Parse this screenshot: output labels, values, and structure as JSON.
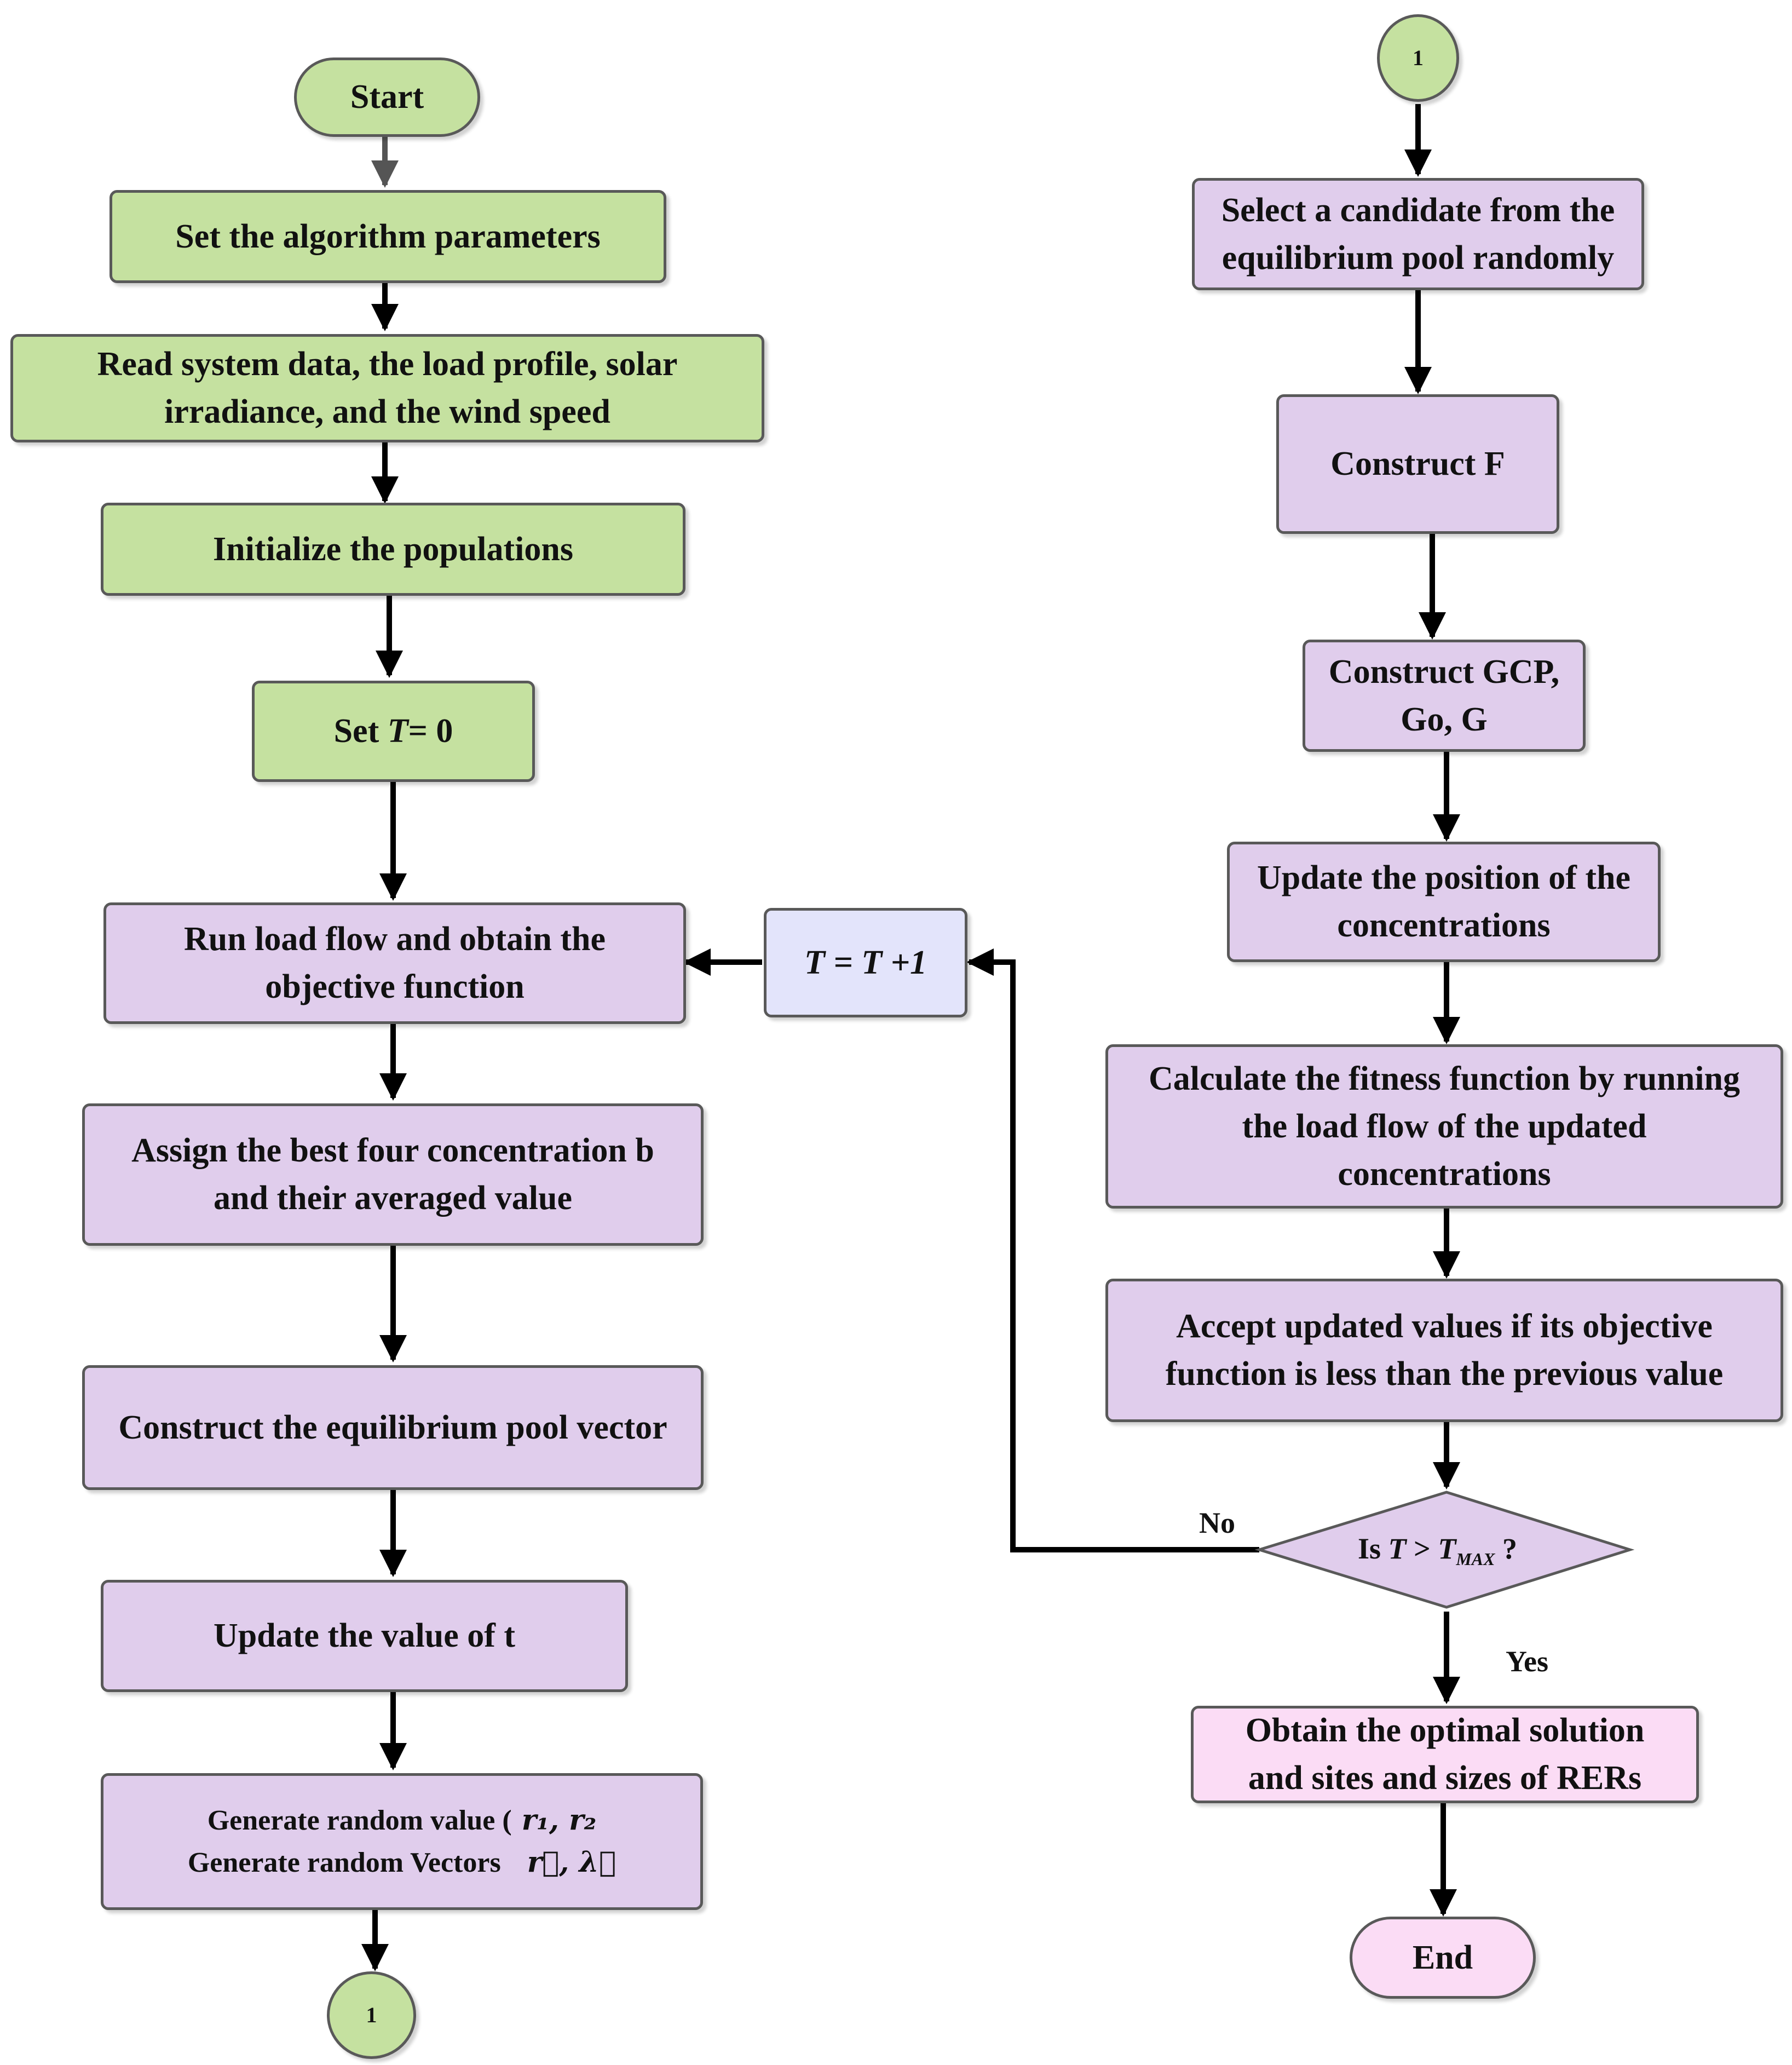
{
  "flowchart": {
    "left_column": {
      "start": "Start",
      "set_params": "Set the algorithm parameters",
      "read_data": [
        "Read system data, the load profile, solar",
        "irradiance, and the wind speed"
      ],
      "init_pop": "Initialize the populations",
      "set_t": {
        "prefix": "Set ",
        "var": "T",
        "suffix": "= 0"
      },
      "run_load_flow": [
        "Run load flow and obtain the",
        "objective function"
      ],
      "assign_best": [
        "Assign the best four concentration b",
        "and their averaged value"
      ],
      "construct_pool": "Construct the equilibrium pool vector",
      "update_t": "Update the value of  t",
      "generate": {
        "line1": "Generate random value (",
        "line1_math": "r₁, r₂",
        "line2": "Generate random Vectors",
        "line2_math": "r⃗, λ⃗"
      },
      "connector": "1"
    },
    "increment": "T = T +1",
    "right_column": {
      "connector": "1",
      "select_candidate": [
        "Select a candidate from the",
        "equilibrium pool randomly"
      ],
      "construct_f": "Construct F",
      "construct_gcp": [
        "Construct GCP,",
        "Go, G"
      ],
      "update_position": [
        "Update the position of the",
        "concentrations"
      ],
      "calc_fitness": [
        "Calculate the fitness function  by running",
        "the load flow of the updated",
        "concentrations"
      ],
      "accept_values": [
        "Accept updated values if its objective",
        "function is less than the previous value"
      ],
      "decision": {
        "prefix": "Is ",
        "var": "T",
        "op": " > ",
        "var2": "T",
        "sub": "MAX",
        "suffix": " ?"
      },
      "no_label": "No",
      "yes_label": "Yes",
      "obtain_optimal": [
        "Obtain the optimal solution",
        "and sites and sizes of RERs"
      ],
      "end": "End"
    }
  }
}
